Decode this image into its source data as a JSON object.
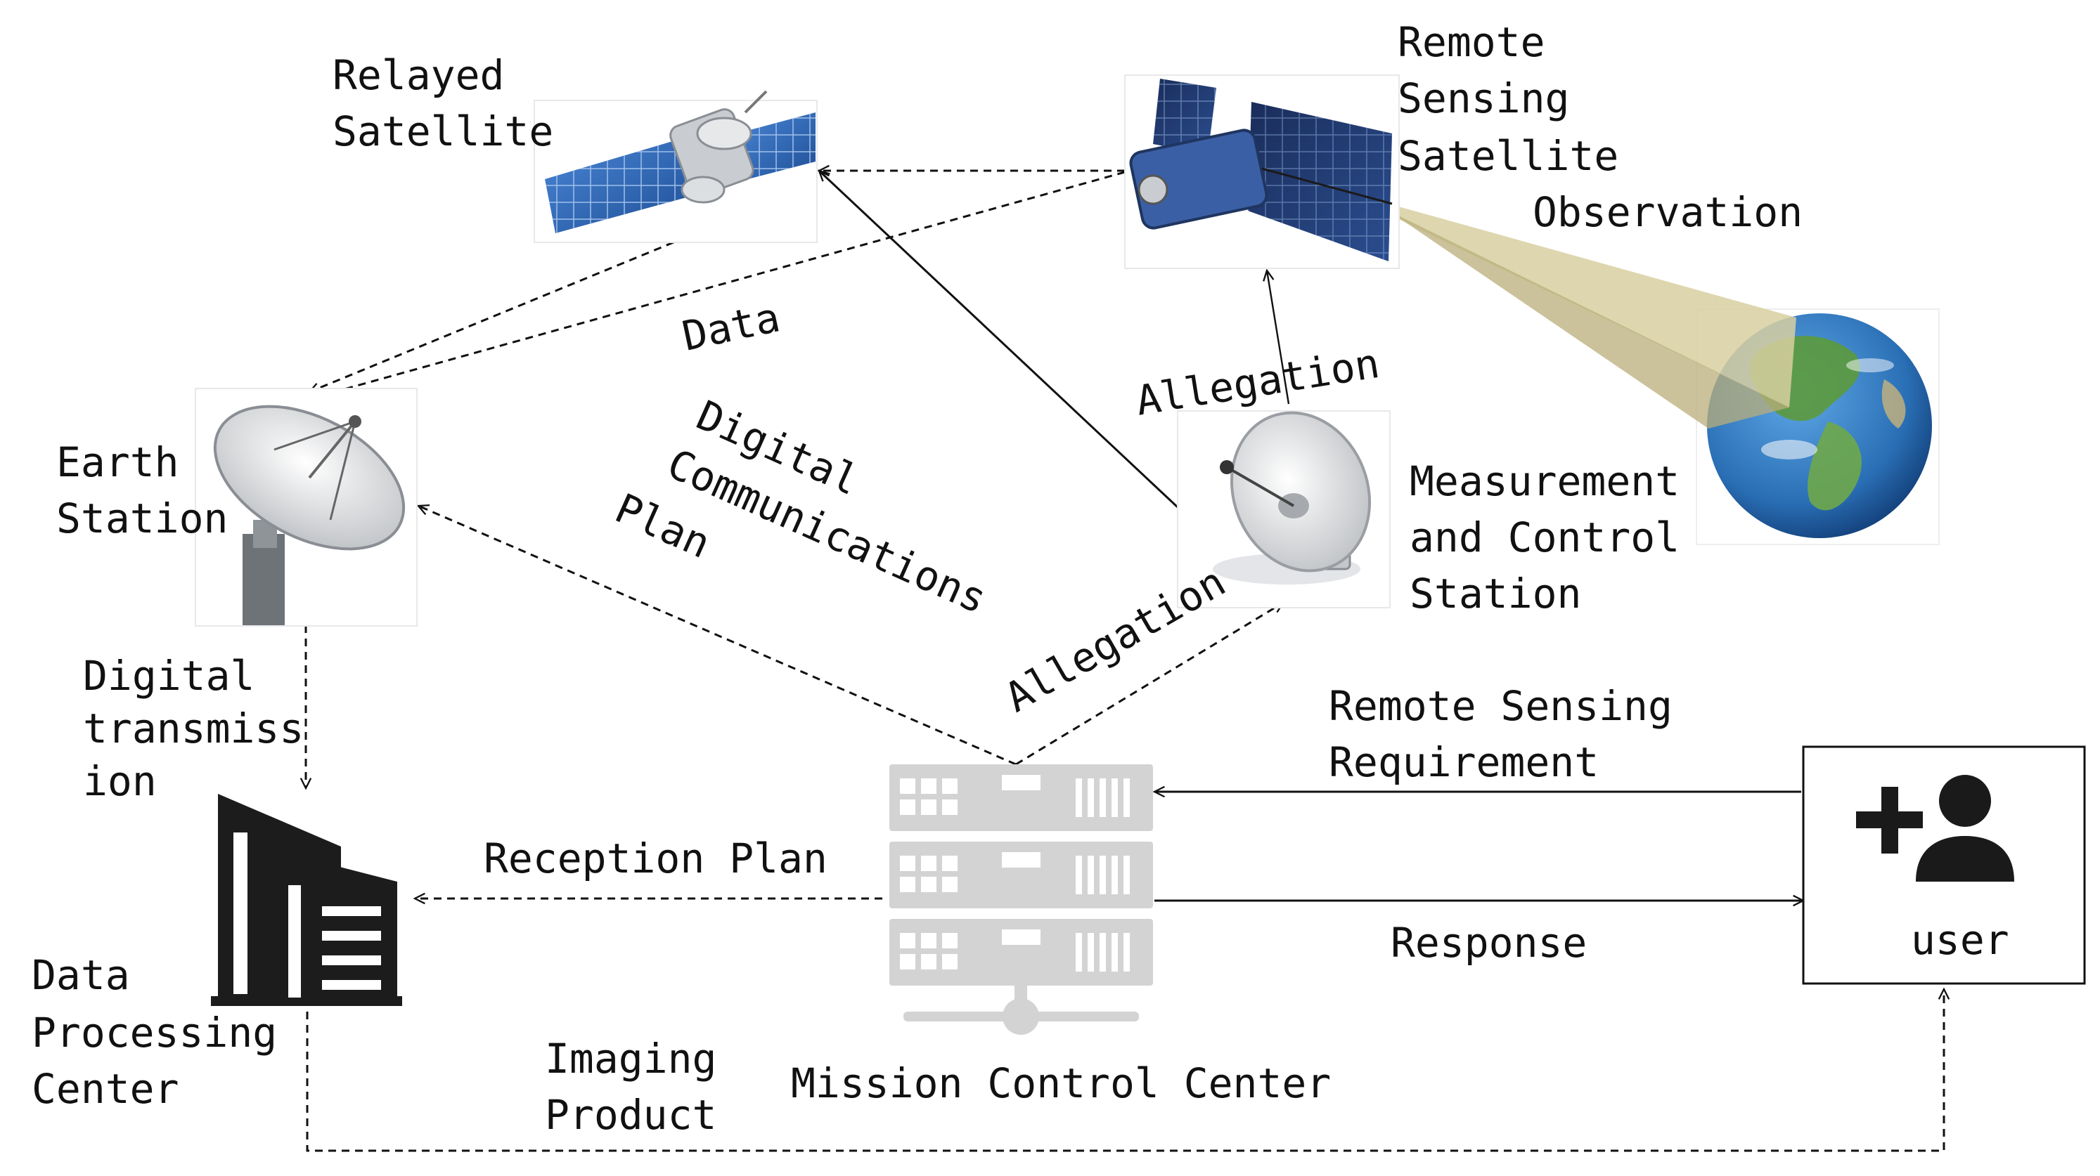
{
  "nodes": {
    "relayed_satellite": {
      "label_lines": [
        "Relayed",
        "Satellite"
      ]
    },
    "remote_sensing_satellite": {
      "label_lines": [
        "Remote",
        "Sensing",
        "Satellite"
      ]
    },
    "earth_station": {
      "label_lines": [
        "Earth",
        "Station"
      ]
    },
    "measurement_control_station": {
      "label_lines": [
        "Measurement",
        "and Control",
        "Station"
      ]
    },
    "data_processing_center": {
      "label_lines": [
        "Data",
        "Processing",
        "Center"
      ]
    },
    "mission_control_center": {
      "label": "Mission Control Center"
    },
    "user": {
      "label": "user"
    }
  },
  "edges": {
    "observation": "Observation",
    "data": "Data",
    "allegation_upper": "Allegation",
    "allegation_lower": "Allegation",
    "digital_communications_plan": [
      "Digital",
      "Communications",
      "Plan"
    ],
    "digital_transmission": [
      "Digital",
      "transmiss",
      "ion"
    ],
    "reception_plan": "Reception Plan",
    "remote_sensing_requirement": [
      "Remote Sensing",
      "Requirement"
    ],
    "response": "Response",
    "imaging_product": [
      "Imaging",
      "Product"
    ]
  },
  "colors": {
    "line": "#111111",
    "server_grey": "#d3d3d3",
    "building": "#1c1c1c",
    "solar_panel": "#2f5fa8",
    "observation_cone": "#d8cfa0",
    "earth_ocean": "#2a6fb5",
    "earth_land": "#5c9a3c"
  }
}
